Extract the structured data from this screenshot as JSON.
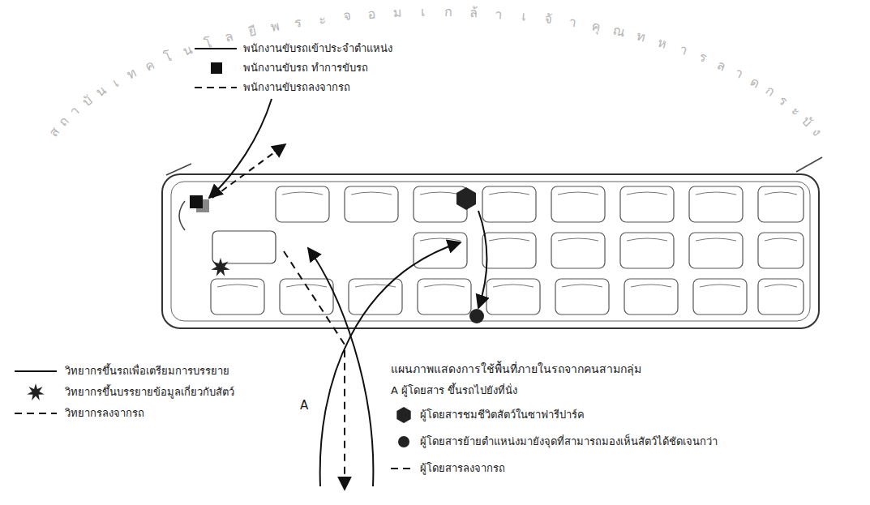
{
  "diagram": {
    "title": "แผนภาพแสดงการใช้พื้นที่ภายในรถจากคนสามกลุ่ม",
    "labels": [
      "A",
      "สถาบันเทคโนโลยีพระจอมเกล้าเจ้าคุณทหารลาดกระบัง"
    ],
    "legend": [
      {
        "text": "พนักงานขับรถเข้าประจำตำแหน่ง"
      },
      {
        "text": "พนักงานขับรถ ทำการขับรถ"
      },
      {
        "text": "พนักงานขับรถลงจากรถ"
      },
      {
        "text": "วิทยากรขึ้นรถเพื่อเตรียมการบรรยาย"
      },
      {
        "text": "วิทยากรขึ้นบรรยายข้อมูลเกี่ยวกับสัตว์"
      },
      {
        "text": "วิทยากรลงจากรถ"
      },
      {
        "text": "A ผู้โดยสาร ขึ้นรถไปยังที่นั่ง"
      },
      {
        "text": "ผู้โดยสารชมชีวิตสัตว์ในซาฟารีปาร์ค"
      },
      {
        "text": "ผู้โดยสารย้ายตำแหน่งมายังจุดที่สามารถมองเห็นสัตว์ได้ชัดเจนกว่า"
      },
      {
        "text": "ผู้โดยสารลงจากรถ"
      }
    ]
  }
}
